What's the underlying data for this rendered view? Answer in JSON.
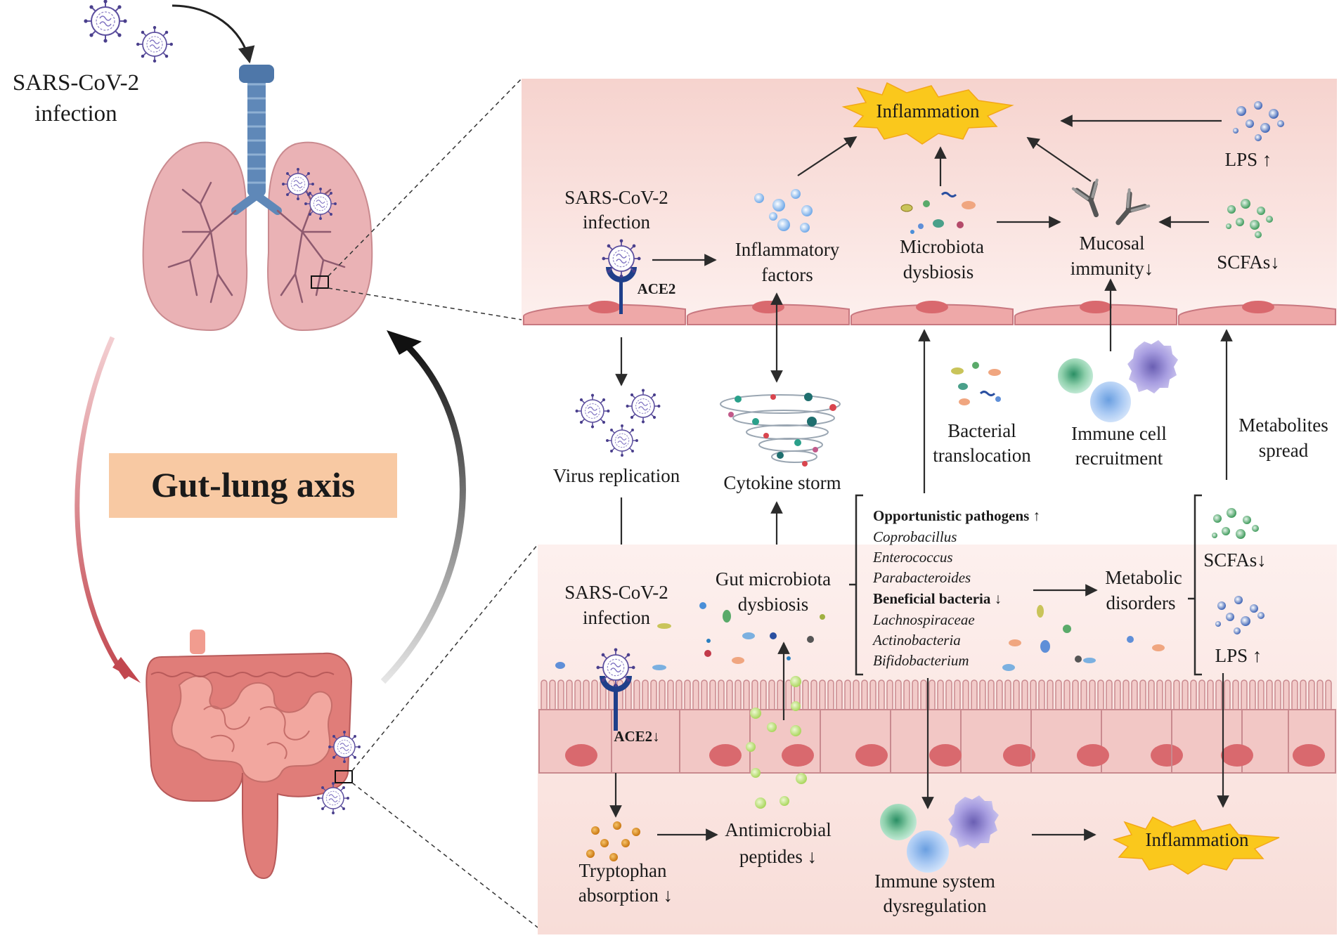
{
  "left": {
    "infection_line1": "SARS-CoV-2",
    "infection_line2": "infection",
    "axis_title": "Gut-lung axis"
  },
  "lung_panel": {
    "infection_line1": "SARS-CoV-2",
    "infection_line2": "infection",
    "receptor": "ACE2",
    "inflammatory_line1": "Inflammatory",
    "inflammatory_line2": "factors",
    "inflammation": "Inflammation",
    "microbiota_line1": "Microbiota",
    "microbiota_line2": "dysbiosis",
    "mucosal_line1": "Mucosal",
    "mucosal_line2": "immunity↓",
    "lps": "LPS ↑",
    "scfas": "SCFAs↓"
  },
  "middle": {
    "virus_replication": "Virus replication",
    "cytokine_storm": "Cytokine storm",
    "bacterial_line1": "Bacterial",
    "bacterial_line2": "translocation",
    "immune_line1": "Immune cell",
    "immune_line2": "recruitment",
    "metabolites_line1": "Metabolites",
    "metabolites_line2": "spread"
  },
  "gut_panel": {
    "infection_line1": "SARS-CoV-2",
    "infection_line2": "infection",
    "receptor": "ACE2↓",
    "dysbiosis_line1": "Gut microbiota",
    "dysbiosis_line2": "dysbiosis",
    "opportunistic_header": "Opportunistic pathogens",
    "opportunistic_arrow": " ↑",
    "opportunistic": [
      "Coprobacillus",
      "Enterococcus",
      "Parabacteroides"
    ],
    "beneficial_header": "Beneficial bacteria",
    "beneficial_arrow": " ↓",
    "beneficial": [
      "Lachnospiraceae",
      "Actinobacteria",
      "Bifidobacterium"
    ],
    "metabolic_line1": "Metabolic",
    "metabolic_line2": "disorders",
    "scfas": "SCFAs↓",
    "lps": "LPS ↑",
    "tryptophan_line1": "Tryptophan",
    "tryptophan_line2": "absorption ↓",
    "antimicrobial_line1": "Antimicrobial",
    "antimicrobial_line2": "peptides ↓",
    "immune_line1": "Immune system",
    "immune_line2": "dysregulation",
    "inflammation": "Inflammation"
  },
  "colors": {
    "lung_bg": "#f7dcd6",
    "gut_bg": "#f9e3de",
    "cell": "#eea8a8",
    "cell_nucleus": "#d9696e",
    "burst": "#fac81c",
    "axis_box": "#f8c9a3",
    "arrow_red": "#c2474f",
    "arrow_black": "#111111",
    "receptor": "#1f3f8a",
    "virus": "#6a5aa8"
  }
}
